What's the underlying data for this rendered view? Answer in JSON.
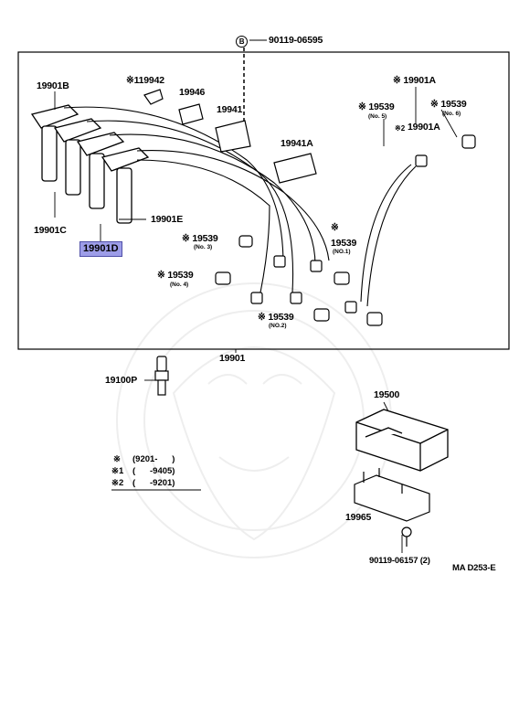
{
  "diagram_code": "MA D253-E",
  "highlighted_part": "19901D",
  "parts": {
    "p90119_06595": "90119-06595",
    "bolt_marker": "B",
    "p19901B": "19901B",
    "p119942": "※119942",
    "p19946": "19946",
    "p19941": "19941",
    "p19941A": "19941A",
    "p19901A": "※ 19901A",
    "p19539_no5": "※ 19539",
    "no5": "(No. 5)",
    "p19539_no6": "※ 19539",
    "no6": "(No. 6)",
    "p2_19901A": "19901A",
    "p2_prefix": "※2",
    "p19901C": "19901C",
    "p19901E": "19901E",
    "p19901D": "19901D",
    "p19539_no3": "※ 19539",
    "no3": "(No. 3)",
    "p19539_no1_mark": "※",
    "p19539_no1": "19539",
    "no1": "(NO.1)",
    "p19539_no4": "※ 19539",
    "no4": "(No. 4)",
    "p19539_no2": "※ 19539",
    "no2": "(NO.2)",
    "p19901": "19901",
    "p19100P": "19100P",
    "p19500": "19500",
    "p19965": "19965",
    "p90119_06157": "90119-06157 (2)"
  },
  "footnotes": [
    {
      "mark": "※",
      "text": "(9201-      )"
    },
    {
      "mark": "※1",
      "text": "(      -9405)"
    },
    {
      "mark": "※2",
      "text": "(      -9201)"
    }
  ]
}
